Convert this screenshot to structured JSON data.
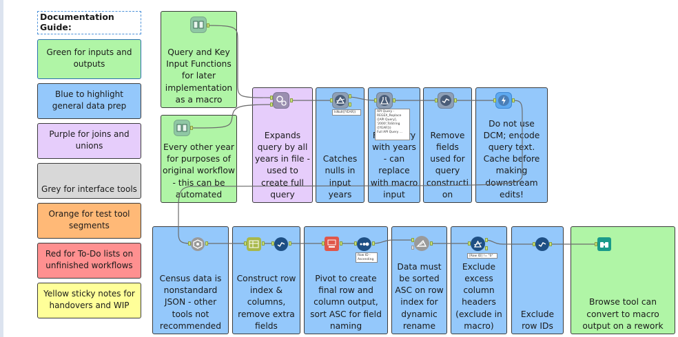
{
  "legend": {
    "title": "Documentation Guide:",
    "items": [
      {
        "label": "Green for inputs and outputs",
        "color": "#b0f5a6"
      },
      {
        "label": "Blue to highlight general data prep",
        "color": "#94c8fb"
      },
      {
        "label": "Purple for joins and unions",
        "color": "#e6cdfb"
      },
      {
        "label": "Grey for interface tools",
        "color": "#d8d8d8"
      },
      {
        "label": "Orange for test tool segments",
        "color": "#ffb977"
      },
      {
        "label": "Red for To-Do lists on unfinished workflows",
        "color": "#ff9090"
      },
      {
        "label": "Yellow sticky notes for handovers and WIP",
        "color": "#ffff99"
      }
    ]
  },
  "containers": {
    "query_input": "Query and Key Input Functions for later implementation as a macro",
    "year_input": "Every other year for purposes of original workflow - this can be automated",
    "expand_query": "Expands query by all years in file - used to create full query",
    "catch_nulls": "Catches nulls in input years",
    "fill_query": "Fills query with years - can replace with macro input",
    "remove_fields": "Remove fields used for query constructi on",
    "download": "Do not use DCM; encode query text. Cache before making downstream edits!",
    "census_json": "Census data is nonstandard JSON - other tools not recommended",
    "construct_index": "Construct row index & columns, remove extra fields",
    "pivot": "Pivot to create final row and column output, sort ASC for field naming",
    "sorted_note": "Data must be sorted ASC on row index for dynamic rename",
    "exclude_headers": "Exclude excess column headers (exclude in macro)",
    "exclude_ids": "Exclude row IDs",
    "browse": "Browse tool can convert to macro output on a rework"
  },
  "annotations": {
    "filter_nulls": "IsNull([YEAR])",
    "formula_query": "API Query -\nREGEX_Replace\n([API Query],\n'2000',ToString\n([YEAR]))\nFull API Query ...",
    "sort": "Row ID -\nAscending",
    "filter_rowid": "[Row ID] != \"0\""
  },
  "tools": [
    {
      "id": "text-input-query",
      "icon": "book-icon"
    },
    {
      "id": "text-input-years",
      "icon": "book-icon"
    },
    {
      "id": "append-fields",
      "icon": "gears-icon"
    },
    {
      "id": "filter-nulls",
      "icon": "filter-icon"
    },
    {
      "id": "formula",
      "icon": "flask-icon"
    },
    {
      "id": "select-1",
      "icon": "select-icon"
    },
    {
      "id": "download",
      "icon": "lightning-icon"
    },
    {
      "id": "json-parse",
      "icon": "json-icon"
    },
    {
      "id": "text-to-columns",
      "icon": "table-icon"
    },
    {
      "id": "select-2",
      "icon": "select-icon"
    },
    {
      "id": "cross-tab",
      "icon": "crosstab-icon"
    },
    {
      "id": "sort",
      "icon": "sort-icon"
    },
    {
      "id": "dynamic-rename",
      "icon": "rename-icon"
    },
    {
      "id": "filter-rowid",
      "icon": "filter-icon"
    },
    {
      "id": "select-3",
      "icon": "select-icon"
    },
    {
      "id": "browse",
      "icon": "binoculars-icon"
    }
  ]
}
